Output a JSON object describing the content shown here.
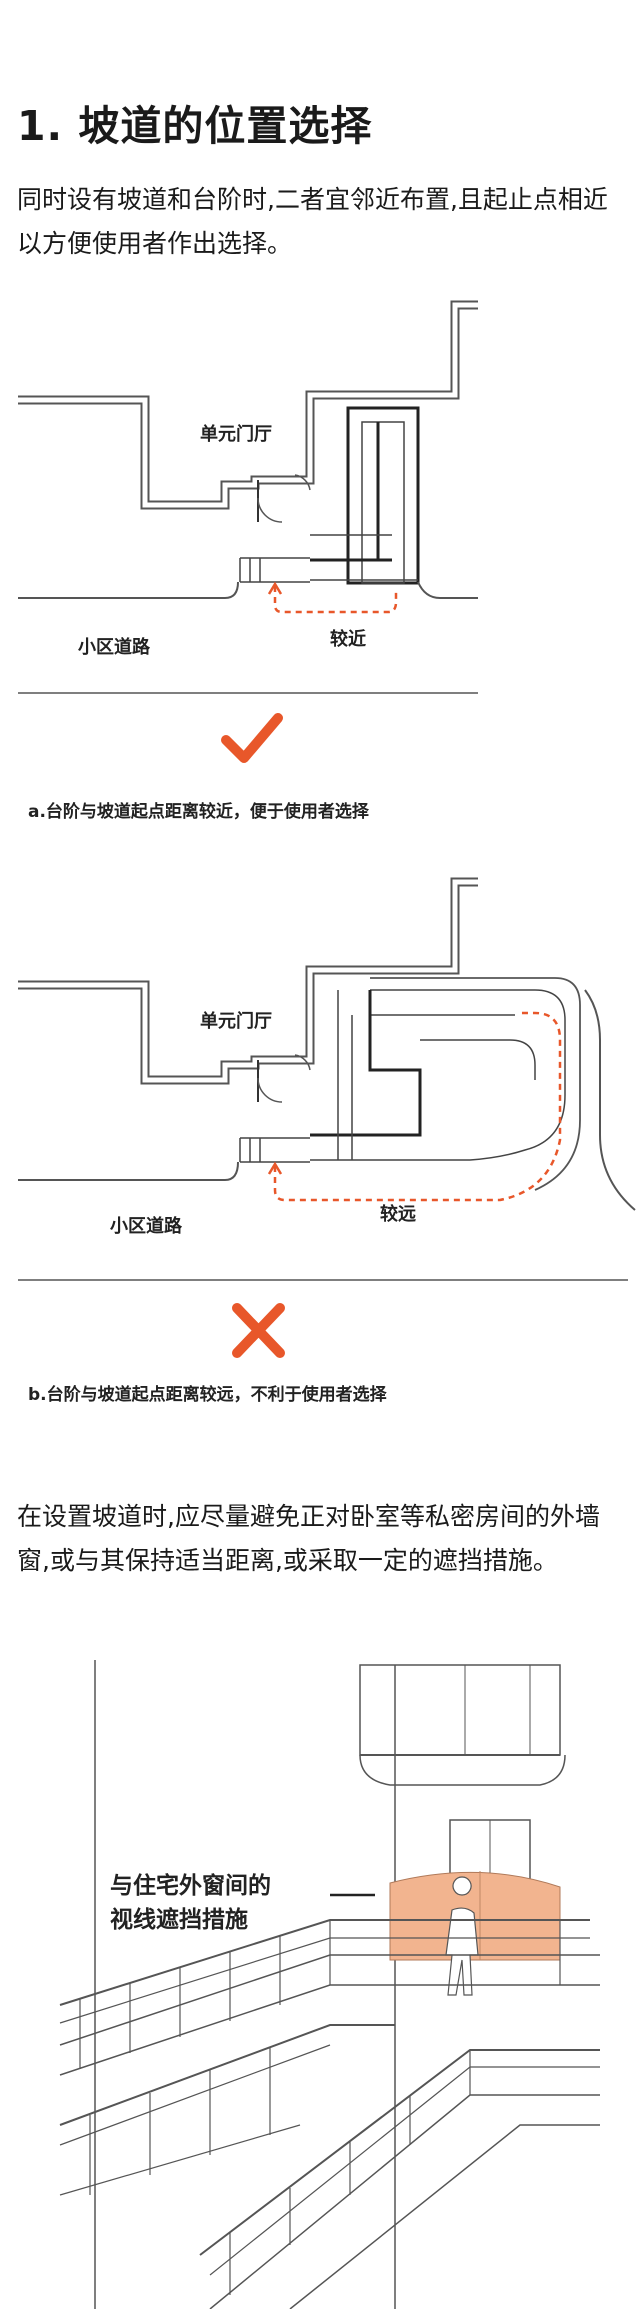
{
  "title": "1. 坡道的位置选择",
  "intro": "同时设有坡道和台阶时,二者宜邻近布置,且起止点相近以方便使用者作出选择。",
  "diagram_a": {
    "hall_label": "单元门厅",
    "road_label": "小区道路",
    "distance_label": "较近",
    "verdict_icon": "check-icon",
    "caption": "a.台阶与坡道起点距离较近，便于使用者选择"
  },
  "diagram_b": {
    "hall_label": "单元门厅",
    "road_label": "小区道路",
    "distance_label": "较远",
    "verdict_icon": "cross-icon",
    "caption": "b.台阶与坡道起点距离较远，不利于使用者选择"
  },
  "advice": "在设置坡道时,应尽量避免正对卧室等私密房间的外墙窗,或与其保持适当距离,或采取一定的遮挡措施。",
  "illustration": {
    "callout_line1": "与住宅外窗间的",
    "callout_line2": "视线遮挡措施"
  },
  "colors": {
    "accent": "#e8572a",
    "screen": "#f2b48f",
    "wall": "#444444"
  }
}
